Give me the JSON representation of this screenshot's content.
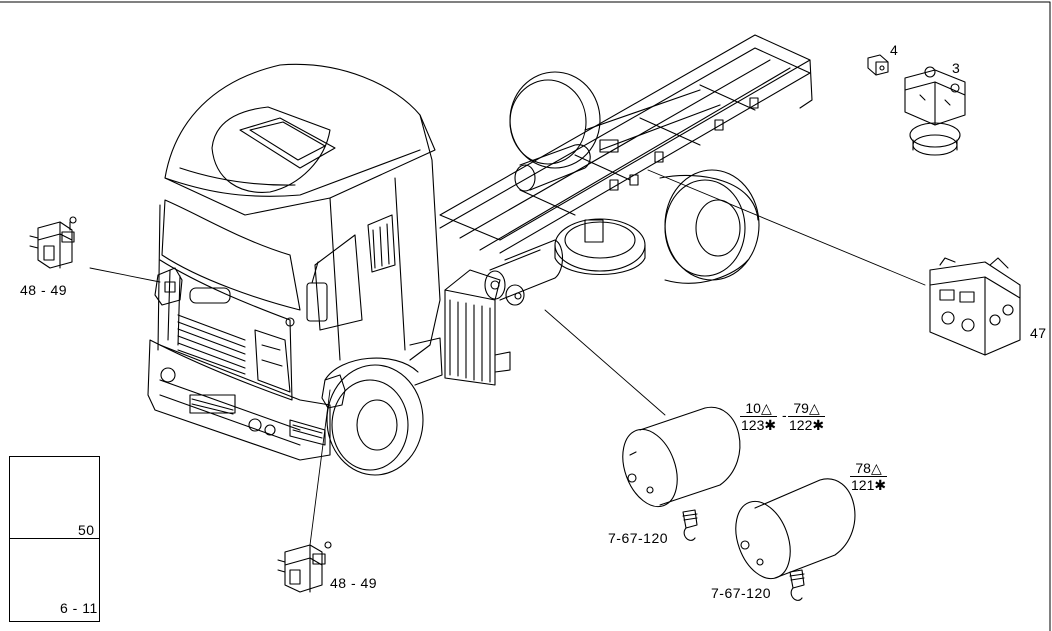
{
  "callouts": {
    "valve_left": "48 - 49",
    "valve_bottom": "48 - 49",
    "fitting_small": "4",
    "brake_chamber": "3",
    "modulator": "47",
    "switch_box": "50",
    "sensor_box": "6 - 11",
    "tank_fitting_1": "7-67-120",
    "tank_fitting_2": "7-67-120"
  },
  "tank_refs": {
    "tank1_a": {
      "num": "10△",
      "den": "123✱"
    },
    "tank1_sep": "-",
    "tank1_b": {
      "num": "79△",
      "den": "122✱"
    },
    "tank2": {
      "num": "78△",
      "den": "121✱"
    }
  },
  "colors": {
    "line": "#000000",
    "background": "#ffffff"
  }
}
